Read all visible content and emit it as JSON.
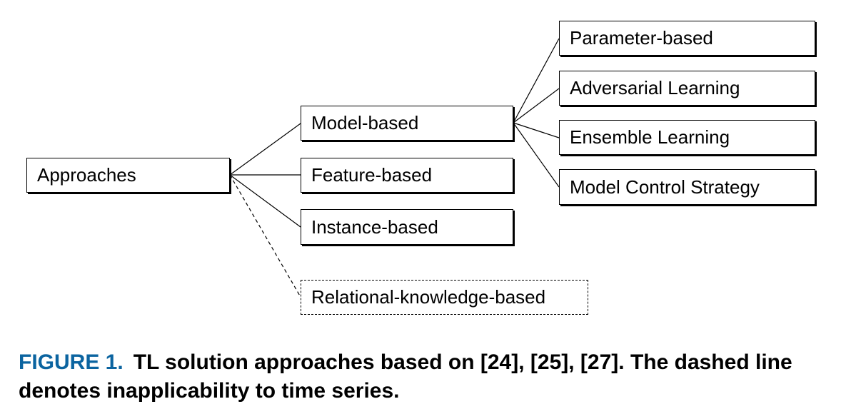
{
  "diagram": {
    "root": "Approaches",
    "level1": {
      "model": "Model-based",
      "feature": "Feature-based",
      "instance": "Instance-based",
      "relational": "Relational-knowledge-based"
    },
    "level2": {
      "parameter": "Parameter-based",
      "adversarial": "Adversarial Learning",
      "ensemble": "Ensemble Learning",
      "control": "Model Control Strategy"
    }
  },
  "caption": {
    "label": "FIGURE 1.",
    "text": "TL solution approaches based on [24], [25], [27]. The dashed line denotes inapplicability to time series."
  },
  "colors": {
    "caption_label": "#0b64a0",
    "lines": "#000000"
  }
}
